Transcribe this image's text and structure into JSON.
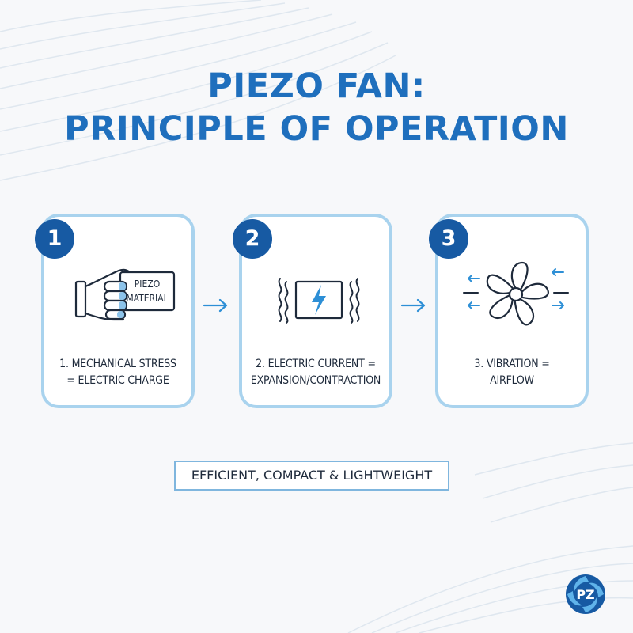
{
  "title": {
    "line1": "PIEZO FAN:",
    "line2": "PRINCIPLE OF OPERATION"
  },
  "steps": [
    {
      "number": "1",
      "icon": "hand-holding-piezo-icon",
      "icon_text": [
        "PIEZO",
        "MATERIAL"
      ],
      "label": [
        "1. MECHANICAL STRESS",
        "= ELECTRIC CHARGE"
      ]
    },
    {
      "number": "2",
      "icon": "vibrating-lightning-icon",
      "label": [
        "2. ELECTRIC CURRENT =",
        "EXPANSION/CONTRACTION"
      ]
    },
    {
      "number": "3",
      "icon": "fan-airflow-icon",
      "label": [
        "3. VIBRATION =",
        "AIRFLOW"
      ]
    }
  ],
  "tagline": "EFFICIENT, COMPACT & LIGHTWEIGHT",
  "logo": {
    "icon": "pz-logo-icon",
    "text": "PZ"
  },
  "colors": {
    "title": "#1f6fbd",
    "badge": "#175aa3",
    "card_border": "#a9d3ee",
    "accent": "#2d8fd6",
    "background": "#f7f8fa"
  }
}
